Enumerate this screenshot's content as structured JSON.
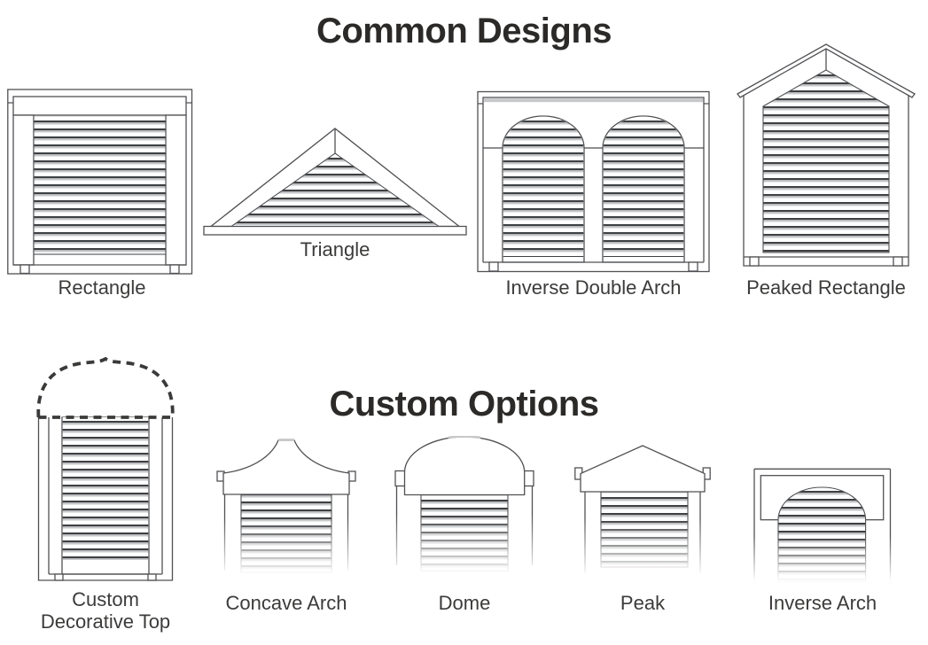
{
  "sections": {
    "common": {
      "title": "Common Designs",
      "items": [
        {
          "label": "Rectangle"
        },
        {
          "label": "Triangle"
        },
        {
          "label": "Inverse Double Arch"
        },
        {
          "label": "Peaked Rectangle"
        }
      ]
    },
    "custom": {
      "title": "Custom Options",
      "items": [
        {
          "label_line1": "Custom",
          "label_line2": "Decorative Top"
        },
        {
          "label": "Concave Arch"
        },
        {
          "label": "Dome"
        },
        {
          "label": "Peak"
        },
        {
          "label": "Inverse Arch"
        }
      ]
    }
  },
  "colors": {
    "background": "#ffffff",
    "line": "#505154",
    "louver_dark": "#3f4042",
    "louver_light": "#c7c8ca",
    "title_text": "#2b2a29",
    "label_text": "#3c3b3a"
  }
}
